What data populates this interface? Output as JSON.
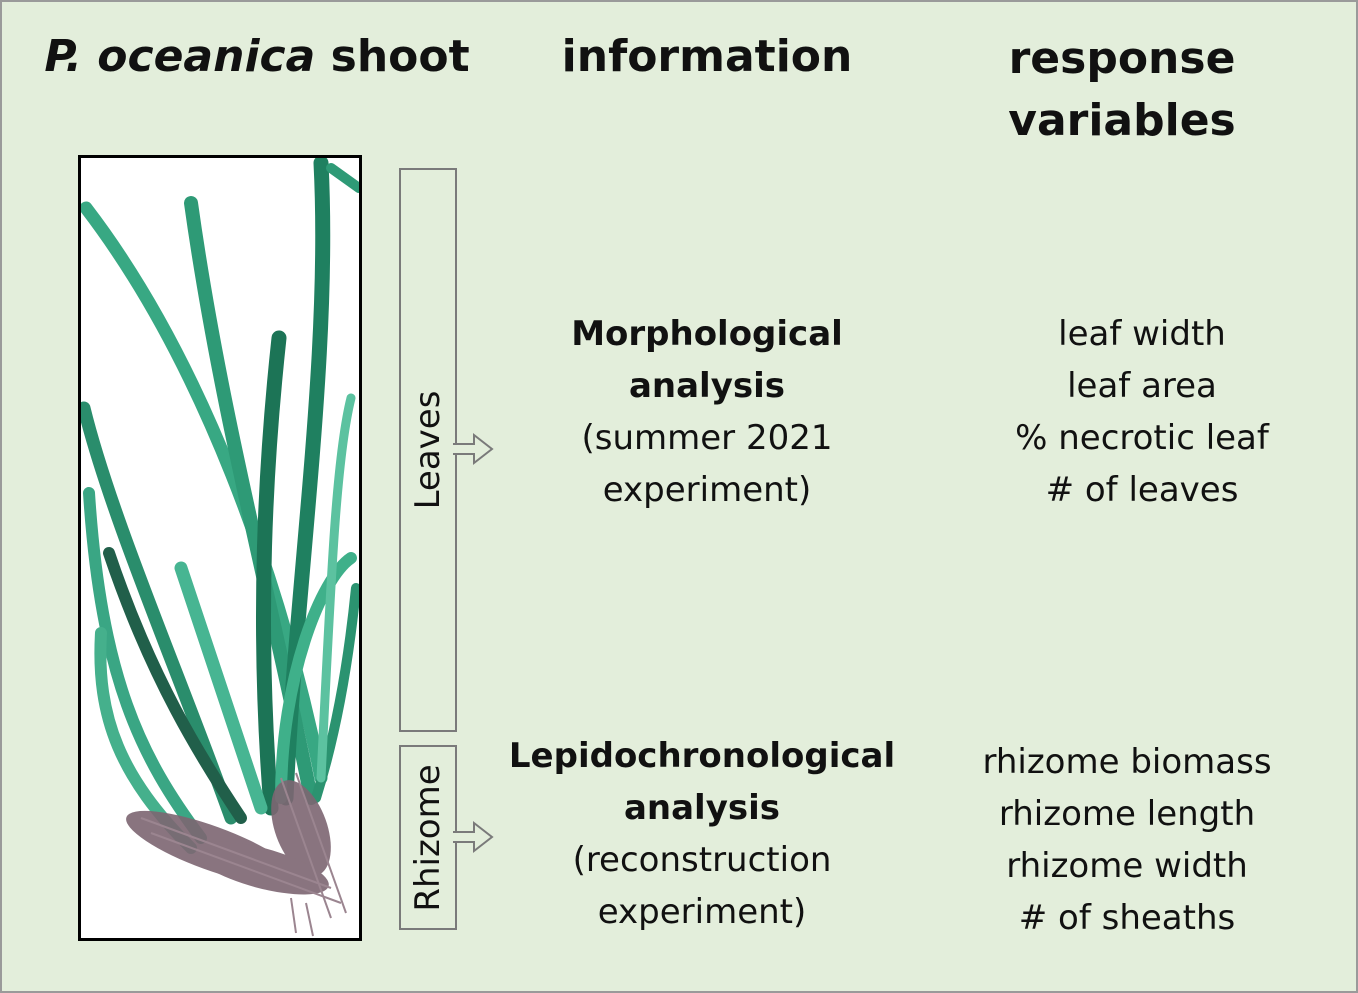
{
  "headers": {
    "shoot_italic": "P. oceanica",
    "shoot_rest": " shoot",
    "information": "information",
    "response_line1": "response",
    "response_line2": "variables"
  },
  "parts": {
    "leaves": "Leaves",
    "rhizome": "Rhizome"
  },
  "information": {
    "morphological": {
      "title_line1": "Morphological",
      "title_line2": "analysis",
      "note_line1": "(summer 2021",
      "note_line2": "experiment)"
    },
    "lepidochronological": {
      "title_line1": "Lepidochronological",
      "title_line2": "analysis",
      "note_line1": "(reconstruction",
      "note_line2": "experiment)"
    }
  },
  "response_variables": {
    "leaves": [
      "leaf width",
      "leaf area",
      "% necrotic leaf",
      "# of leaves"
    ],
    "rhizome": [
      "rhizome biomass",
      "rhizome length",
      "rhizome width",
      "# of sheaths"
    ]
  },
  "colors": {
    "background": "#e3eedb",
    "leaf": "#2e9a76",
    "leaf_dark": "#1f7a5a",
    "rhizome": "#7d6672"
  }
}
